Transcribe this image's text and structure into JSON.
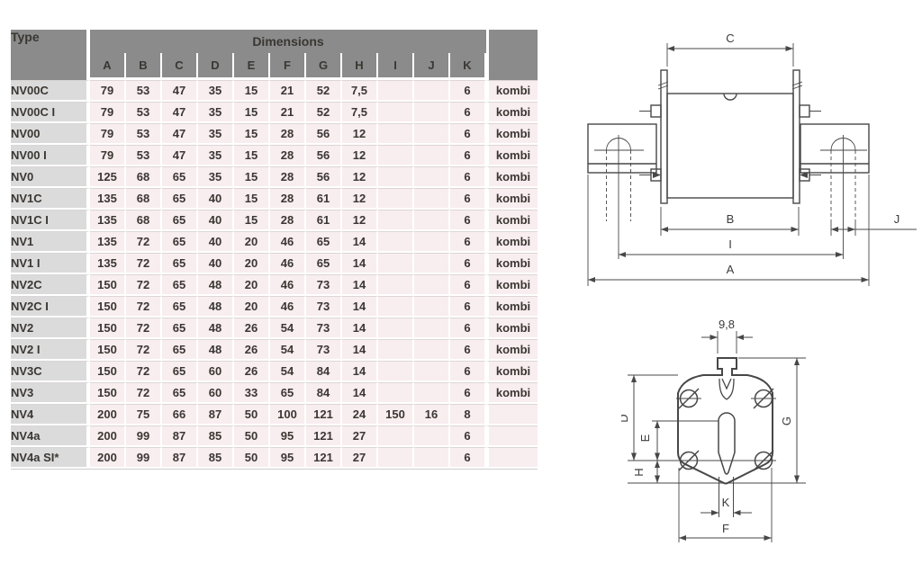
{
  "colors": {
    "header_bg": "#8b8b8b",
    "type_cell_bg": "#dcdbdb",
    "data_cell_bg": "#f8edef",
    "header_text": "#2f2e2c",
    "cell_text": "#3a3733",
    "drawing_line": "#474747"
  },
  "table": {
    "type_header": "Type",
    "dimensions_header": "Dimensions",
    "columns": [
      "A",
      "B",
      "C",
      "D",
      "E",
      "F",
      "G",
      "H",
      "I",
      "J",
      "K"
    ],
    "rows": [
      {
        "type": "NV00C",
        "values": [
          "79",
          "53",
          "47",
          "35",
          "15",
          "21",
          "52",
          "7,5",
          "",
          "",
          "6"
        ],
        "kombi": "kombi"
      },
      {
        "type": "NV00C I",
        "values": [
          "79",
          "53",
          "47",
          "35",
          "15",
          "21",
          "52",
          "7,5",
          "",
          "",
          "6"
        ],
        "kombi": "kombi"
      },
      {
        "type": "NV00",
        "values": [
          "79",
          "53",
          "47",
          "35",
          "15",
          "28",
          "56",
          "12",
          "",
          "",
          "6"
        ],
        "kombi": "kombi"
      },
      {
        "type": "NV00 I",
        "values": [
          "79",
          "53",
          "47",
          "35",
          "15",
          "28",
          "56",
          "12",
          "",
          "",
          "6"
        ],
        "kombi": "kombi"
      },
      {
        "type": "NV0",
        "values": [
          "125",
          "68",
          "65",
          "35",
          "15",
          "28",
          "56",
          "12",
          "",
          "",
          "6"
        ],
        "kombi": "kombi"
      },
      {
        "type": "NV1C",
        "values": [
          "135",
          "68",
          "65",
          "40",
          "15",
          "28",
          "61",
          "12",
          "",
          "",
          "6"
        ],
        "kombi": "kombi"
      },
      {
        "type": "NV1C I",
        "values": [
          "135",
          "68",
          "65",
          "40",
          "15",
          "28",
          "61",
          "12",
          "",
          "",
          "6"
        ],
        "kombi": "kombi"
      },
      {
        "type": "NV1",
        "values": [
          "135",
          "72",
          "65",
          "40",
          "20",
          "46",
          "65",
          "14",
          "",
          "",
          "6"
        ],
        "kombi": "kombi"
      },
      {
        "type": "NV1 I",
        "values": [
          "135",
          "72",
          "65",
          "40",
          "20",
          "46",
          "65",
          "14",
          "",
          "",
          "6"
        ],
        "kombi": "kombi"
      },
      {
        "type": "NV2C",
        "values": [
          "150",
          "72",
          "65",
          "48",
          "20",
          "46",
          "73",
          "14",
          "",
          "",
          "6"
        ],
        "kombi": "kombi"
      },
      {
        "type": "NV2C I",
        "values": [
          "150",
          "72",
          "65",
          "48",
          "20",
          "46",
          "73",
          "14",
          "",
          "",
          "6"
        ],
        "kombi": "kombi"
      },
      {
        "type": "NV2",
        "values": [
          "150",
          "72",
          "65",
          "48",
          "26",
          "54",
          "73",
          "14",
          "",
          "",
          "6"
        ],
        "kombi": "kombi"
      },
      {
        "type": "NV2 I",
        "values": [
          "150",
          "72",
          "65",
          "48",
          "26",
          "54",
          "73",
          "14",
          "",
          "",
          "6"
        ],
        "kombi": "kombi"
      },
      {
        "type": "NV3C",
        "values": [
          "150",
          "72",
          "65",
          "60",
          "26",
          "54",
          "84",
          "14",
          "",
          "",
          "6"
        ],
        "kombi": "kombi"
      },
      {
        "type": "NV3",
        "values": [
          "150",
          "72",
          "65",
          "60",
          "33",
          "65",
          "84",
          "14",
          "",
          "",
          "6"
        ],
        "kombi": "kombi"
      },
      {
        "type": "NV4",
        "values": [
          "200",
          "75",
          "66",
          "87",
          "50",
          "100",
          "121",
          "24",
          "150",
          "16",
          "8"
        ],
        "kombi": ""
      },
      {
        "type": "NV4a",
        "values": [
          "200",
          "99",
          "87",
          "85",
          "50",
          "95",
          "121",
          "27",
          "",
          "",
          "6"
        ],
        "kombi": ""
      },
      {
        "type": "NV4a SI*",
        "values": [
          "200",
          "99",
          "87",
          "85",
          "50",
          "95",
          "121",
          "27",
          "",
          "",
          "6"
        ],
        "kombi": ""
      }
    ]
  },
  "diagram_top": {
    "labels": {
      "C": "C",
      "B": "B",
      "I": "I",
      "A": "A",
      "J": "J"
    }
  },
  "diagram_bottom": {
    "labels": {
      "tab_width": "9,8",
      "D": "D",
      "E": "E",
      "H": "H",
      "G": "G",
      "K": "K",
      "F": "F"
    }
  }
}
